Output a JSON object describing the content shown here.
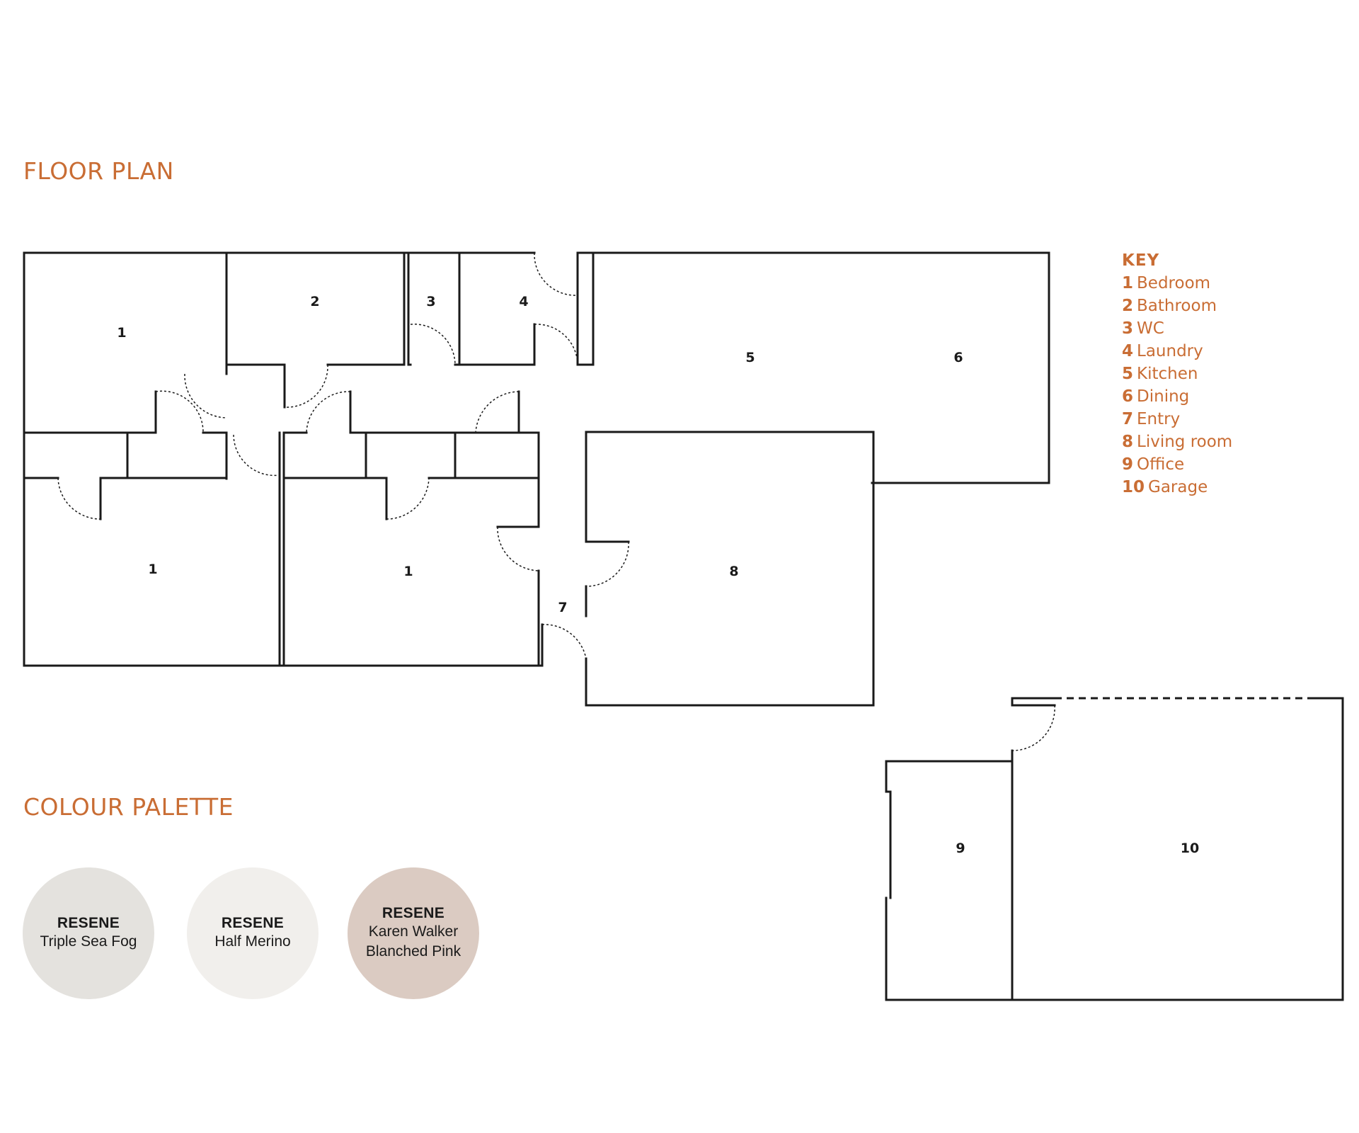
{
  "floor_plan": {
    "title": "FLOOR PLAN",
    "room_labels": [
      "1",
      "2",
      "3",
      "4",
      "5",
      "6",
      "1",
      "1",
      "7",
      "8",
      "9",
      "10"
    ]
  },
  "key": {
    "title": "KEY",
    "items": [
      {
        "num": "1",
        "label": "Bedroom"
      },
      {
        "num": "2",
        "label": "Bathroom"
      },
      {
        "num": "3",
        "label": "WC"
      },
      {
        "num": "4",
        "label": "Laundry"
      },
      {
        "num": "5",
        "label": "Kitchen"
      },
      {
        "num": "6",
        "label": "Dining"
      },
      {
        "num": "7",
        "label": "Entry"
      },
      {
        "num": "8",
        "label": "Living room"
      },
      {
        "num": "9",
        "label": "Office"
      },
      {
        "num": "10",
        "label": "Garage"
      }
    ]
  },
  "palette": {
    "title": "COLOUR PALETTE",
    "swatches": [
      {
        "brand": "RESENE",
        "name": "Triple Sea Fog",
        "color": "#e4e2de"
      },
      {
        "brand": "RESENE",
        "name": "Half Merino",
        "color": "#f1efec"
      },
      {
        "brand": "RESENE",
        "name": "Karen Walker Blanched Pink",
        "color": "#dbcbc2"
      }
    ]
  },
  "colors": {
    "accent": "#c96d34",
    "line": "#1a1a1a"
  }
}
